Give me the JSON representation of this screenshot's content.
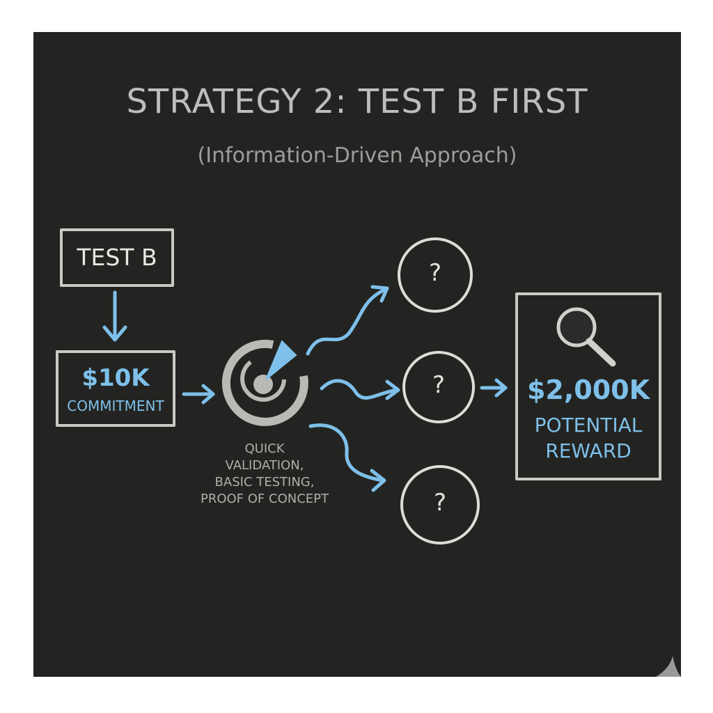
{
  "title": "STRATEGY 2: TEST B FIRST",
  "subtitle": "(Information-Driven Approach)",
  "start_box": {
    "label": "TEST B"
  },
  "commitment_box": {
    "amount": "$10K",
    "label": "COMMITMENT"
  },
  "validation": {
    "icon": "target-icon",
    "lines": [
      "QUICK",
      "VALIDATION,",
      "BASIC TESTING,",
      "PROOF OF CONCEPT"
    ]
  },
  "outcomes": [
    "?",
    "?",
    "?"
  ],
  "reward_box": {
    "icon": "magnifier-icon",
    "amount": "$2,000K",
    "line1": "POTENTIAL",
    "line2": "REWARD"
  },
  "colors": {
    "board": "#232421",
    "chalk": "#c9c9c6",
    "accent": "#7ec0ea"
  }
}
